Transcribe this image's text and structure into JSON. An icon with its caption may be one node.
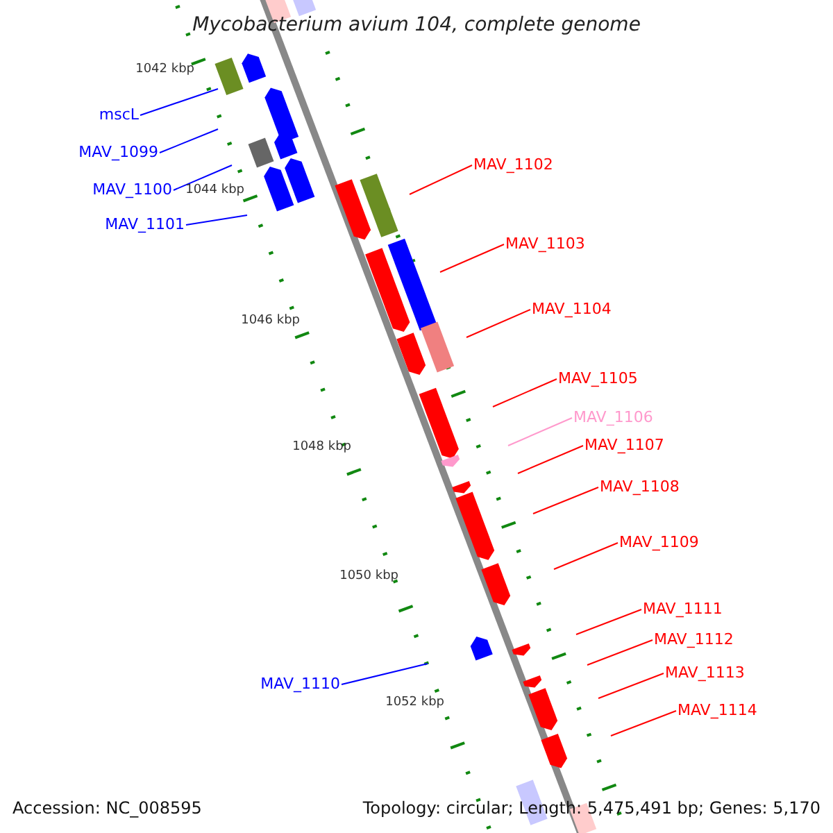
{
  "diagram": {
    "title": "Mycobacterium avium 104, complete genome",
    "nodes": [
      {
        "text": [
          "mscL"
        ]
      },
      {
        "text": [
          "MAV_1099"
        ]
      },
      {
        "text": [
          "MAV_1100"
        ]
      },
      {
        "text": [
          "MAV_1101"
        ]
      },
      {
        "text": [
          "MAV_1102"
        ]
      },
      {
        "text": [
          "MAV_1103"
        ]
      },
      {
        "text": [
          "MAV_1104"
        ]
      },
      {
        "text": [
          "MAV_1105"
        ]
      },
      {
        "text": [
          "MAV_1106"
        ]
      },
      {
        "text": [
          "MAV_1107"
        ]
      },
      {
        "text": [
          "MAV_1108"
        ]
      },
      {
        "text": [
          "MAV_1109"
        ]
      },
      {
        "text": [
          "MAV_1111"
        ]
      },
      {
        "text": [
          "MAV_1112"
        ]
      },
      {
        "text": [
          "MAV_1113"
        ]
      },
      {
        "text": [
          "MAV_1114"
        ]
      },
      {
        "text": [
          "MAV_1110"
        ]
      }
    ],
    "edges": [
      {
        "from": 0,
        "to": null,
        "arrow": "none",
        "color": "#0000ff"
      },
      {
        "from": 1,
        "to": null,
        "arrow": "none",
        "color": "#0000ff"
      },
      {
        "from": 2,
        "to": null,
        "arrow": "none",
        "color": "#0000ff"
      },
      {
        "from": 3,
        "to": null,
        "arrow": "none",
        "color": "#0000ff"
      },
      {
        "from": 4,
        "to": null,
        "arrow": "none"
      },
      {
        "from": 5,
        "to": null,
        "arrow": "none"
      },
      {
        "from": 6,
        "to": null,
        "arrow": "none"
      },
      {
        "from": 7,
        "to": null,
        "arrow": "none"
      },
      {
        "from": 8,
        "to": null,
        "arrow": "none",
        "color": "#ff99cc"
      },
      {
        "from": 9,
        "to": null,
        "arrow": "none"
      },
      {
        "from": 10,
        "to": null,
        "arrow": "none"
      },
      {
        "from": 11,
        "to": null,
        "arrow": "none"
      },
      {
        "from": 12,
        "to": null,
        "arrow": "none"
      },
      {
        "from": 13,
        "to": null,
        "arrow": "none"
      },
      {
        "from": 14,
        "to": null,
        "arrow": "none"
      },
      {
        "from": 15,
        "to": null,
        "arrow": "none"
      },
      {
        "from": 16,
        "to": null,
        "arrow": "none",
        "color": "#0000ff"
      }
    ],
    "labels": [
      "1042 kbp",
      "1044 kbp",
      "1046 kbp",
      "1048 kbp",
      "1050 kbp",
      "1052 kbp",
      "Accession: NC_008595",
      "Topology: circular; Length: 5,475,491 bp; Genes: 5,170"
    ]
  }
}
